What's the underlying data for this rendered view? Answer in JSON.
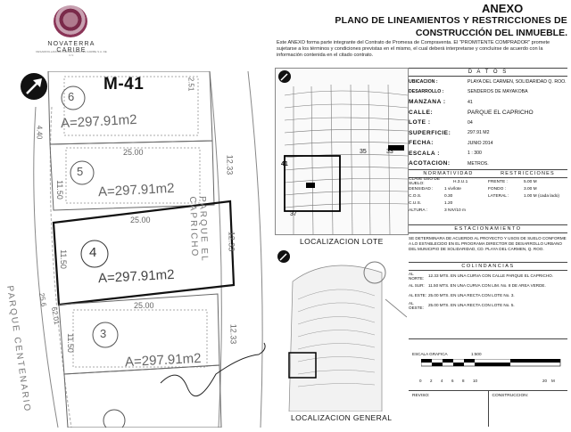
{
  "logo": {
    "name": "NOVATERRA CARIBE",
    "sub": "DESARROLLADORA INMOBILIARIA DEL CARIBE S.A. DE C.V."
  },
  "header": {
    "anexo": "ANEXO",
    "title_line1": "PLANO DE LINEAMIENTOS Y RESTRICCIONES DE",
    "title_line2": "CONSTRUCCIÓN DEL INMUEBLE.",
    "intro": "Este ANEXO forma parte integrante del Contrato de Promesa de Compraventa. El \"PROMITENTE COMPRADOR\" promete sujetarse a los términos y condiciones previstas en el mismo, el cual deberá interpretarse y concluirse de acuerdo con la información contenida en el citado contrato."
  },
  "plan": {
    "block_id": "M-41",
    "lots": [
      {
        "number": "6",
        "area": "A=297.91m2"
      },
      {
        "number": "5",
        "area": "A=297.91m2"
      },
      {
        "number": "4",
        "area": "A=297.91m2"
      },
      {
        "number": "3",
        "area": "A=297.91m2"
      }
    ],
    "dim_front": "25.00",
    "dim_side": "12.33",
    "dim_left": "11.50",
    "dim_top_left": "4.40",
    "dim_top_right": "2.51",
    "dim_left_low": "11.50",
    "street_right": "PARQUE EL CAPRICHO",
    "street_left": "PARQUE CENTENARIO",
    "dim_bottom_left": "62.01",
    "dim_bottom_left2": "25.6"
  },
  "datos": {
    "heading": "D A T O S",
    "rows": [
      {
        "k": "UBICACION :",
        "v": "PLAYA DEL CARMEN, SOLIDARIDAD Q. ROO."
      },
      {
        "k": "DESARROLLO :",
        "v": "SENDEROS DE MAYAKOBA"
      },
      {
        "k": "MANZANA :",
        "v": "41",
        "big": true
      },
      {
        "k": "CALLE:",
        "v": "PARQUE EL CAPRICHO",
        "big": true
      },
      {
        "k": "LOTE :",
        "v": "04",
        "big": true
      },
      {
        "k": "SUPERFICIE:",
        "v": "297.91 M2",
        "big": true
      },
      {
        "k": "FECHA:",
        "v": "JUNIO 2014",
        "big": true
      },
      {
        "k": "ESCALA :",
        "v": "1 : 300",
        "big": true
      },
      {
        "k": "ACOTACION:",
        "v": "METROS.",
        "big": true
      }
    ]
  },
  "normatividad": {
    "heading_left": "NORMATIVIDAD",
    "heading_right": "RESTRICCIONES",
    "left": [
      {
        "k": "CLAVE USO DE SUELO:",
        "v": "H.3.U.1"
      },
      {
        "k": "DENSIDAD :",
        "v": "1 viv/lote"
      },
      {
        "k": "C.O.S.",
        "v": "0.30"
      },
      {
        "k": "C.U.S.",
        "v": "1.20"
      },
      {
        "k": "ALTURA :",
        "v": "3 NIV/10 m"
      }
    ],
    "right": [
      {
        "k": "FRENTE :",
        "v": "5.00 M"
      },
      {
        "k": "FONDO :",
        "v": "3.00 M"
      },
      {
        "k": "LATERAL :",
        "v": "1.00 M (cada lado)"
      }
    ]
  },
  "estacionamiento": {
    "heading": "ESTACIONAMIENTO",
    "text": "SE DETERMINARA DE ACUERDO AL PROYECTO Y USOS DE SUELO CONFORME A LO ESTABLECIDO EN EL PROGRAMA DIRECTOR DE DESARROLLO URBANO DEL MUNICIPIO DE SOLIDARIDAD, CD. PLAYA DEL CARMEN, Q. ROO."
  },
  "colindancias": {
    "heading": "COLINDANCIAS",
    "rows": [
      {
        "k": "AL NORTE:",
        "v": "12.33 MTS. EN UNA CURVA CON CALLE PARQUE EL CAPRICHO."
      },
      {
        "k": "AL SUR:",
        "v": "11.50 MTS. EN UNA CURVA CON LIM. No. 8 DE AREA VERDE."
      },
      {
        "k": "AL ESTE:",
        "v": "25.00 MTS. EN UNA RECTA CON LOTE No. 3."
      },
      {
        "k": "AL OESTE:",
        "v": "25.00 MTS. EN UNA RECTA CON LOTE No. 5."
      }
    ]
  },
  "escala": {
    "label": "ESCALA GRAFICA",
    "value": "1:500",
    "ticks": [
      "0",
      "2",
      "4",
      "6",
      "8",
      "10",
      "20",
      "M"
    ]
  },
  "firmas": {
    "reviso": "REVISO:",
    "construccion": "CONSTRUCCION:"
  },
  "maps": {
    "caption_lote": "LOCALIZACION LOTE",
    "caption_general": "LOCALIZACION GENERAL",
    "lote_marker": "41",
    "lote_label_35": "35",
    "lote_label_33": "33",
    "lote_label_37": "37"
  }
}
